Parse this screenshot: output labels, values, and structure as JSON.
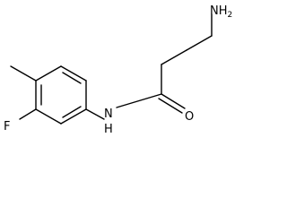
{
  "molecule": {
    "atoms": {
      "amine": {
        "element": "N",
        "hydrogens": "H",
        "count": "2"
      },
      "amide_nitrogen": {
        "element": "N",
        "hydrogens": "H"
      },
      "carbonyl_oxygen": {
        "element": "O"
      },
      "fluorine": {
        "element": "F"
      }
    }
  }
}
